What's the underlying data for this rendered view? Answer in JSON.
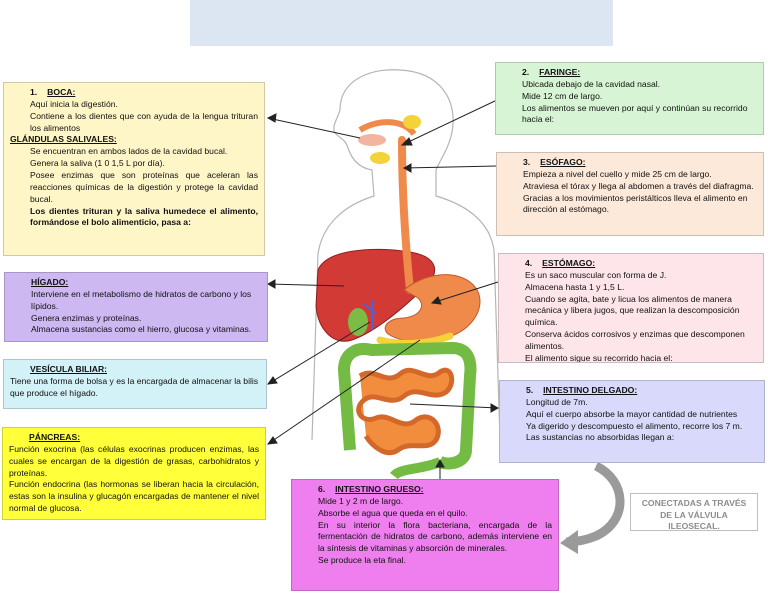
{
  "title": "",
  "boca": {
    "num": "1.",
    "title": "BOCA:",
    "lines": [
      "Aquí inicia la digestión.",
      "Contiene a los dientes que con ayuda de la lengua trituran los alimentos"
    ],
    "glandulas_title": "GLÁNDULAS SALIVALES:",
    "glandulas_lines": [
      "Se encuentran en ambos lados de la cavidad bucal.",
      "Genera la saliva (1 0 1,5 L por día).",
      "Posee enzimas que son proteínas que aceleran las reacciones químicas de la digestión y protege la cavidad bucal."
    ],
    "bold_line": "Los dientes trituran y la saliva humedece el alimento, formándose el bolo alimenticio, pasa a:"
  },
  "higado": {
    "title": "HÍGADO:",
    "lines": [
      "Interviene en el metabolismo de hidratos de carbono y los lípidos.",
      "Genera enzimas y proteínas.",
      "Almacena sustancias como el hierro, glucosa y vitaminas."
    ]
  },
  "vesicula": {
    "title": "VESÍCULA BILIAR:",
    "text": "Tiene una forma de bolsa y es la encargada de almacenar la bilis que produce el hígado."
  },
  "pancreas": {
    "title": "PÁNCREAS:",
    "text1": "Función exocrina (las células exocrinas producen enzimas, las cuales se encargan de la digestión de grasas, carbohidratos y proteínas.",
    "text2": "Función endocrina (las hormonas se liberan hacia la circulación, estas son la insulina y glucagón encargadas de mantener el nivel normal de glucosa."
  },
  "faringe": {
    "num": "2.",
    "title": "FARINGE:",
    "lines": [
      "Ubicada debajo de la cavidad nasal.",
      "Mide 12 cm de largo.",
      "Los alimentos se mueven por aquí y continúan su recorrido hacia el:"
    ]
  },
  "esofago": {
    "num": "3.",
    "title": "ESÓFAGO:",
    "lines": [
      "Empieza a nivel del cuello y mide 25 cm de largo.",
      "Atraviesa el tórax y llega al abdomen a través del diafragma.",
      "Gracias a los movimientos peristálticos lleva el alimento en dirección al estómago."
    ]
  },
  "estomago": {
    "num": "4.",
    "title": "ESTÓMAGO:",
    "lines": [
      "Es un saco muscular con forma de J.",
      "Almacena hasta 1 y 1,5 L.",
      "Cuando se agita, bate y licua los alimentos de manera mecánica y libera jugos, que realizan la descomposición química.",
      "Conserva ácidos corrosivos y enzimas que descomponen alimentos.",
      "El alimento sigue su recorrido hacia el:"
    ]
  },
  "intestino_delgado": {
    "num": "5.",
    "title": "INTESTINO DELGADO:",
    "lines": [
      "Longitud de 7m.",
      "Aquí el cuerpo absorbe la mayor cantidad de nutrientes",
      "Ya digerido y descompuesto el alimento, recorre los 7 m.",
      "Las sustancias no absorbidas llegan a:"
    ]
  },
  "intestino_grueso": {
    "num": "6.",
    "title": "INTESTINO GRUESO:",
    "lines": [
      "Mide 1 y 2 m de largo.",
      "Absorbe el agua que queda en el quilo.",
      "En su interior la flora bacteriana, encargada de la fermentación de hidratos de carbono, además interviene en la síntesis de vitaminas y absorción de minerales.",
      "Se produce la eta final."
    ]
  },
  "conector": "CONECTADAS A TRAVÉS DE LA VÁLVULA ILEOSECAL.",
  "colors": {
    "yellow_box": "#fff6c8",
    "green_box": "#d7f5d4",
    "orange_box": "#fde9d9",
    "pink_box": "#fde5ea",
    "purple_box": "#cdb8f2",
    "lavender_box": "#d9d9fb",
    "cyan_box": "#d2f2f8",
    "bright_yellow_box": "#ffff3a",
    "magenta_box": "#ef7eef",
    "title_band": "#dce6f2"
  }
}
